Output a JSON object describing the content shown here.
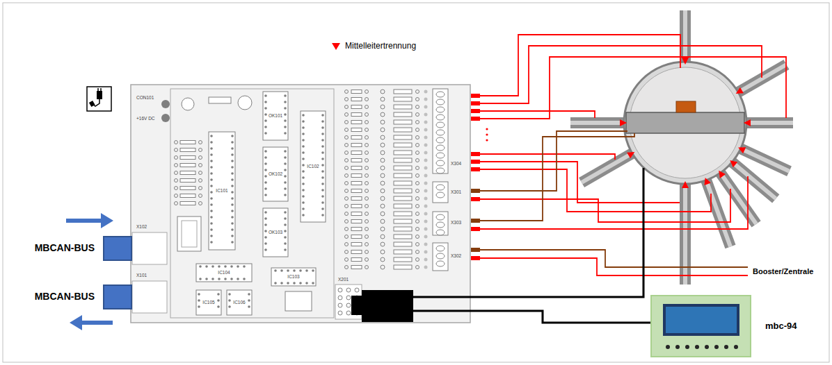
{
  "diagram": {
    "nodes": [
      {
        "text": [
          "MBCAN-BUS"
        ]
      },
      {
        "text": [
          "MBCAN-BUS"
        ]
      },
      {
        "text": [
          "mbc-94"
        ]
      }
    ],
    "labels": [
      "CON101",
      "+16V DC",
      "X102",
      "X101",
      "OK101",
      "OK102",
      "OK103",
      "IC101",
      "IC102",
      "IC104",
      "IC105",
      "IC106",
      "IC103",
      "X201",
      "X304",
      "X301",
      "X303",
      "X302",
      "Booster/Zentrale"
    ],
    "legend": [
      {
        "text": "Mittelleitertrennung"
      }
    ]
  }
}
